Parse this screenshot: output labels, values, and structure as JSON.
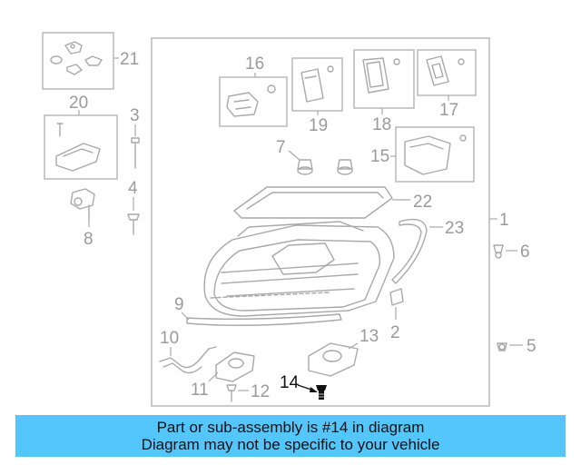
{
  "diagram": {
    "callouts": {
      "c1": "1",
      "c2": "2",
      "c3": "3",
      "c4": "4",
      "c5": "5",
      "c6": "6",
      "c7": "7",
      "c8": "8",
      "c9": "9",
      "c10": "10",
      "c11": "11",
      "c12": "12",
      "c13": "13",
      "c14": "14",
      "c15": "15",
      "c16": "16",
      "c17": "17",
      "c18": "18",
      "c19": "19",
      "c20": "20",
      "c21": "21",
      "c22": "22",
      "c23": "23"
    },
    "highlight_color": "#111111",
    "line_color": "#a9a9a9"
  },
  "banner": {
    "line1": "Part or sub-assembly is #14 in diagram",
    "line2": "Diagram may not be specific to your vehicle",
    "background": "#54c6fb"
  }
}
